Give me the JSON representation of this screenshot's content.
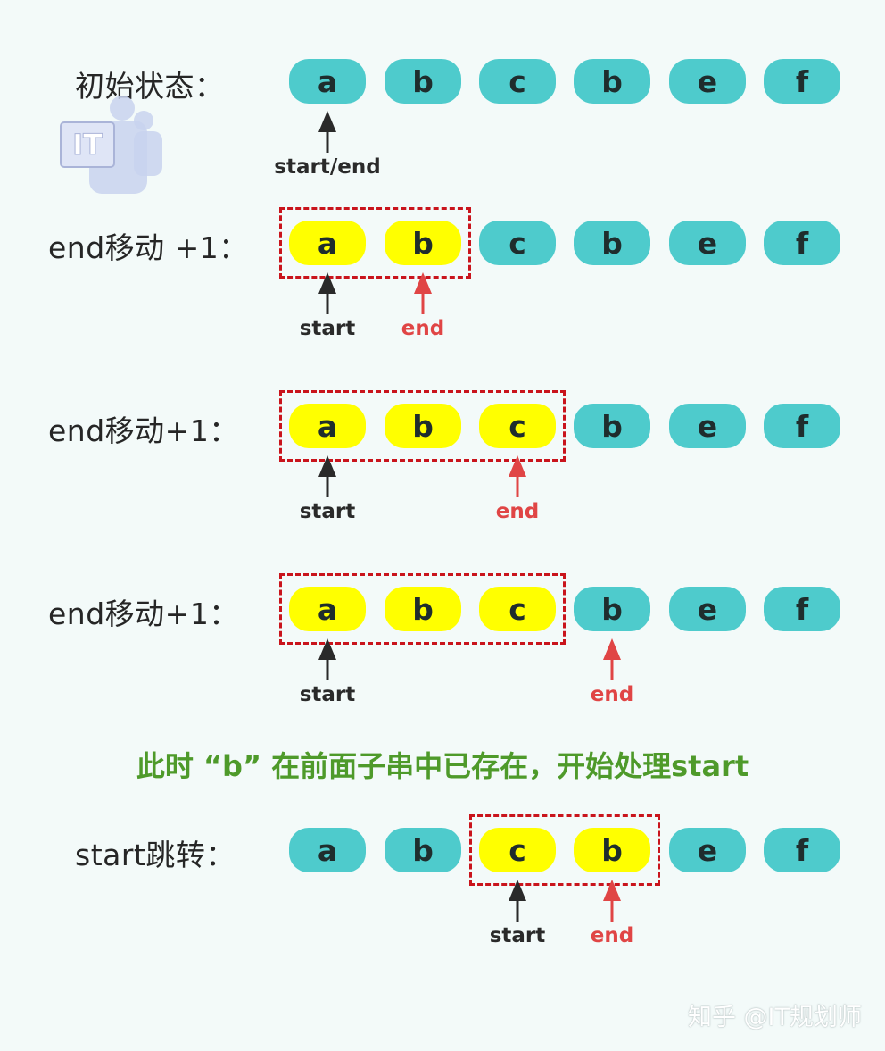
{
  "rows": [
    {
      "label": "初始状态：",
      "cells": [
        {
          "ch": "a",
          "state": "teal"
        },
        {
          "ch": "b",
          "state": "teal"
        },
        {
          "ch": "c",
          "state": "teal"
        },
        {
          "ch": "b",
          "state": "teal"
        },
        {
          "ch": "e",
          "state": "teal"
        },
        {
          "ch": "f",
          "state": "teal"
        }
      ],
      "window": null,
      "pointers": [
        {
          "index": 0,
          "label": "start/end",
          "tone": "dark"
        }
      ]
    },
    {
      "label": "end移动 +1：",
      "cells": [
        {
          "ch": "a",
          "state": "yellow"
        },
        {
          "ch": "b",
          "state": "yellow"
        },
        {
          "ch": "c",
          "state": "teal"
        },
        {
          "ch": "b",
          "state": "teal"
        },
        {
          "ch": "e",
          "state": "teal"
        },
        {
          "ch": "f",
          "state": "teal"
        }
      ],
      "window": [
        0,
        1
      ],
      "pointers": [
        {
          "index": 0,
          "label": "start",
          "tone": "dark"
        },
        {
          "index": 1,
          "label": "end",
          "tone": "red"
        }
      ]
    },
    {
      "label": "end移动+1：",
      "cells": [
        {
          "ch": "a",
          "state": "yellow"
        },
        {
          "ch": "b",
          "state": "yellow"
        },
        {
          "ch": "c",
          "state": "yellow"
        },
        {
          "ch": "b",
          "state": "teal"
        },
        {
          "ch": "e",
          "state": "teal"
        },
        {
          "ch": "f",
          "state": "teal"
        }
      ],
      "window": [
        0,
        2
      ],
      "pointers": [
        {
          "index": 0,
          "label": "start",
          "tone": "dark"
        },
        {
          "index": 2,
          "label": "end",
          "tone": "red"
        }
      ]
    },
    {
      "label": "end移动+1：",
      "cells": [
        {
          "ch": "a",
          "state": "yellow"
        },
        {
          "ch": "b",
          "state": "yellow"
        },
        {
          "ch": "c",
          "state": "yellow"
        },
        {
          "ch": "b",
          "state": "teal"
        },
        {
          "ch": "e",
          "state": "teal"
        },
        {
          "ch": "f",
          "state": "teal"
        }
      ],
      "window": [
        0,
        2
      ],
      "pointers": [
        {
          "index": 0,
          "label": "start",
          "tone": "dark"
        },
        {
          "index": 3,
          "label": "end",
          "tone": "red"
        }
      ]
    },
    {
      "label": "start跳转：",
      "cells": [
        {
          "ch": "a",
          "state": "teal"
        },
        {
          "ch": "b",
          "state": "teal"
        },
        {
          "ch": "c",
          "state": "yellow"
        },
        {
          "ch": "b",
          "state": "yellow"
        },
        {
          "ch": "e",
          "state": "teal"
        },
        {
          "ch": "f",
          "state": "teal"
        }
      ],
      "window": [
        2,
        3
      ],
      "pointers": [
        {
          "index": 2,
          "label": "start",
          "tone": "dark"
        },
        {
          "index": 3,
          "label": "end",
          "tone": "red"
        }
      ]
    }
  ],
  "message": "此时 “b” 在前面子串中已存在，开始处理start",
  "logo_text": "IT",
  "watermark": "知乎 @IT规划师",
  "colors": {
    "teal": "#4ecbcc",
    "yellow": "#ffff00",
    "window_border": "#c9141c",
    "pointer_dark": "#2a2a2a",
    "pointer_red": "#e04545",
    "message": "#4e9a2a"
  }
}
